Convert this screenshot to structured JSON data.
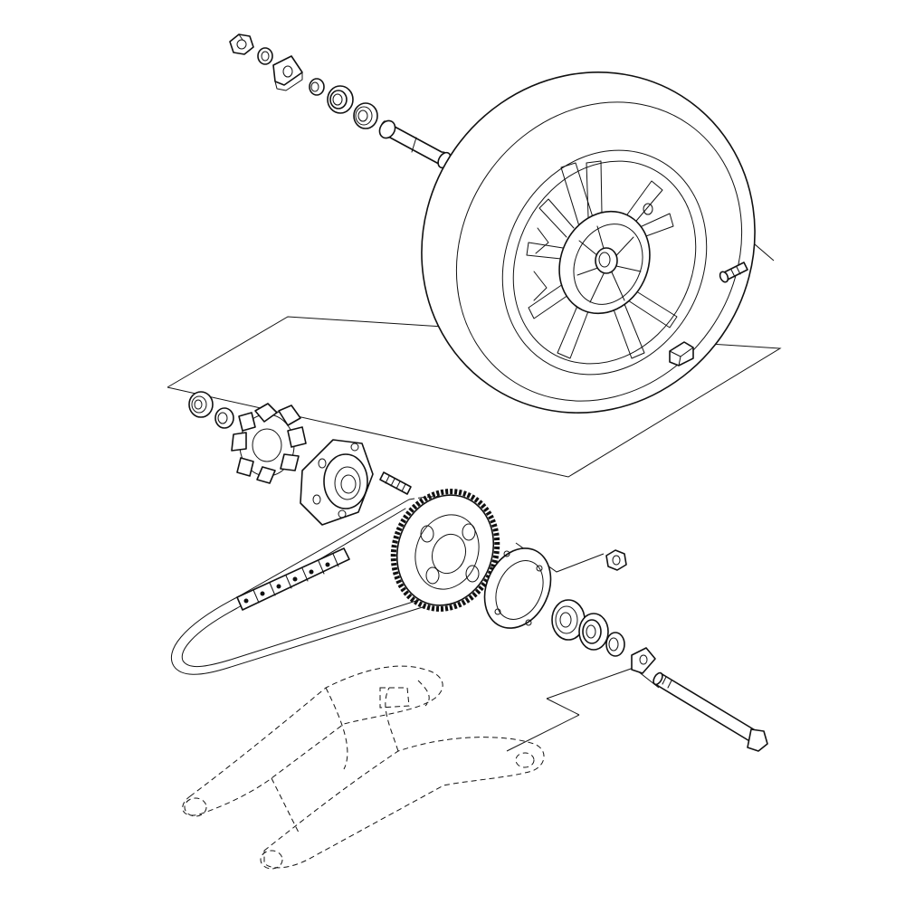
{
  "diagram": {
    "parts": [
      {
        "id": "axle-nut-left",
        "icon": "hex-nut"
      },
      {
        "id": "washer-left",
        "icon": "washer"
      },
      {
        "id": "chain-adjuster-left",
        "icon": "adjuster-plate"
      },
      {
        "id": "collar-left",
        "icon": "collar"
      },
      {
        "id": "oil-seal-left",
        "icon": "oil-seal"
      },
      {
        "id": "bearing-left",
        "icon": "bearing"
      },
      {
        "id": "spacer-tube",
        "icon": "spacer"
      },
      {
        "id": "rear-wheel-tire",
        "icon": "wheel"
      },
      {
        "id": "tire-valve",
        "icon": "valve"
      },
      {
        "id": "balance-weight",
        "icon": "weight"
      },
      {
        "id": "hub-bearing",
        "icon": "bearing"
      },
      {
        "id": "hub-collar",
        "icon": "collar"
      },
      {
        "id": "hub-damper",
        "icon": "damper"
      },
      {
        "id": "sprocket-carrier",
        "icon": "carrier"
      },
      {
        "id": "stud-bolt",
        "icon": "stud"
      },
      {
        "id": "drive-chain",
        "icon": "chain"
      },
      {
        "id": "rear-sprocket",
        "icon": "sprocket"
      },
      {
        "id": "sprocket-nut",
        "icon": "hex-nut"
      },
      {
        "id": "retaining-plate",
        "icon": "plate"
      },
      {
        "id": "bearing-right",
        "icon": "bearing"
      },
      {
        "id": "oil-seal-right",
        "icon": "oil-seal"
      },
      {
        "id": "collar-right",
        "icon": "collar"
      },
      {
        "id": "chain-adjuster-right",
        "icon": "adjuster-plate"
      },
      {
        "id": "rear-axle",
        "icon": "axle"
      },
      {
        "id": "swingarm",
        "icon": "swingarm"
      }
    ]
  }
}
